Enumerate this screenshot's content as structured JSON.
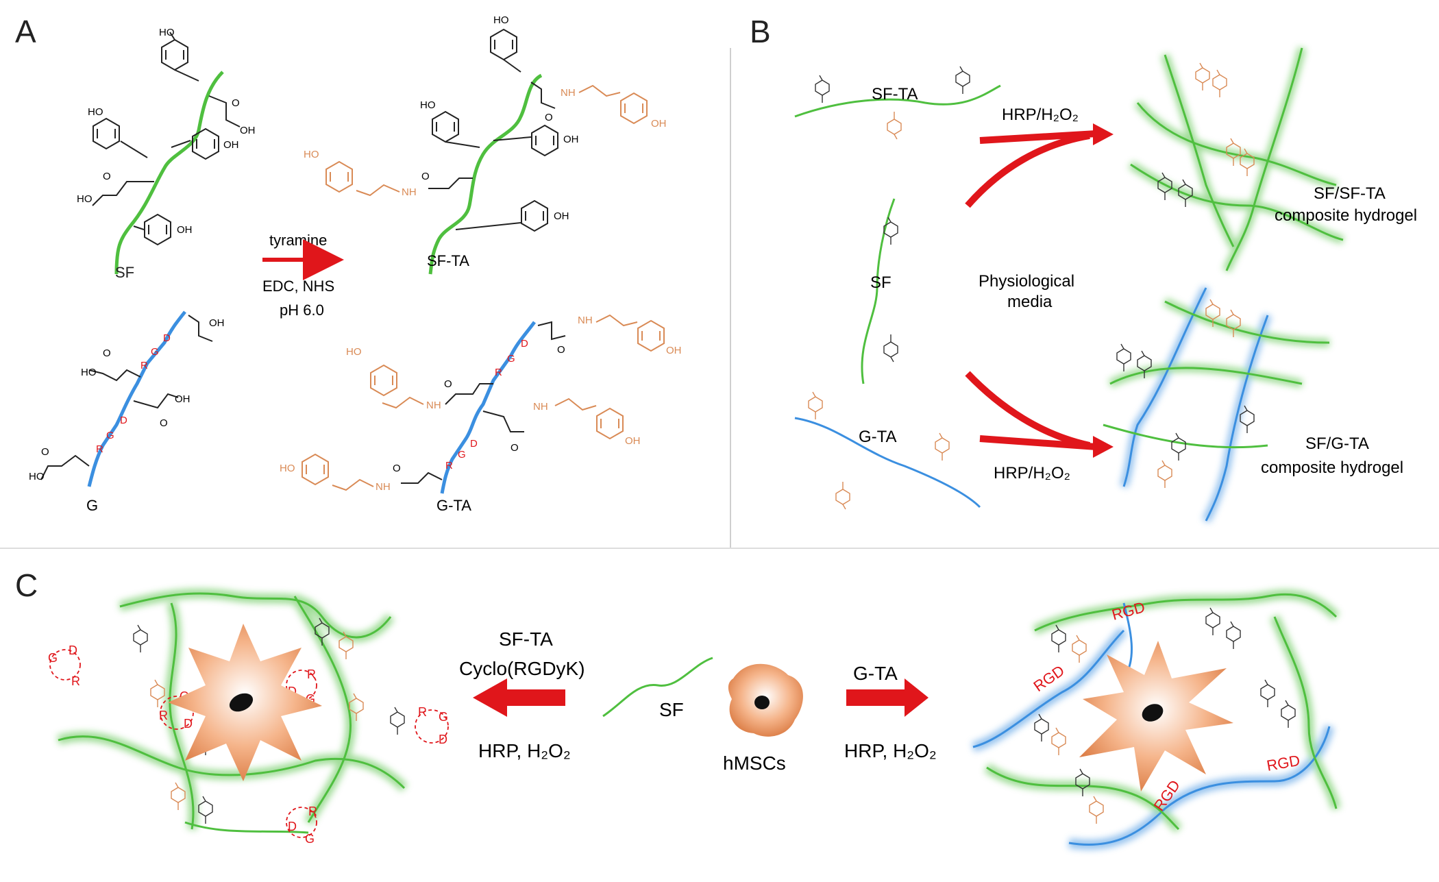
{
  "panels": {
    "a": {
      "letter": "A",
      "sf": "SF",
      "sf_ta": "SF-TA",
      "g": "G",
      "g_ta": "G-TA",
      "reagent": "tyramine",
      "conditions_1": "EDC, NHS",
      "conditions_2": "pH 6.0",
      "ho": "HO",
      "oh": "OH",
      "o": "O",
      "nh": "NH",
      "rgd_r": "R",
      "rgd_g": "G",
      "rgd_d": "D"
    },
    "b": {
      "letter": "B",
      "sf_ta": "SF-TA",
      "sf": "SF",
      "g_ta": "G-TA",
      "hrp_top": "HRP/H₂O₂",
      "hrp_bottom": "HRP/H₂O₂",
      "media_1": "Physiological",
      "media_2": "media",
      "hydrogel_1_line1": "SF/SF-TA",
      "hydrogel_1_line2": "composite hydrogel",
      "hydrogel_2_line1": "SF/G-TA",
      "hydrogel_2_line2": "composite hydrogel"
    },
    "c": {
      "letter": "C",
      "left_line1": "SF-TA",
      "left_line2": "Cyclo(RGDyK)",
      "left_hrp": "HRP, H₂O₂",
      "sf": "SF",
      "cells": "hMSCs",
      "right_top": "G-TA",
      "right_hrp": "HRP, H₂O₂",
      "rgd_seq": "RGD"
    }
  },
  "colors": {
    "green": "#4fbf3f",
    "blue": "#3b8fe0",
    "orange": "#d98a55",
    "red_arrow": "#e0161b",
    "rgd_red": "#e0161b",
    "cell": "#f0a070"
  }
}
